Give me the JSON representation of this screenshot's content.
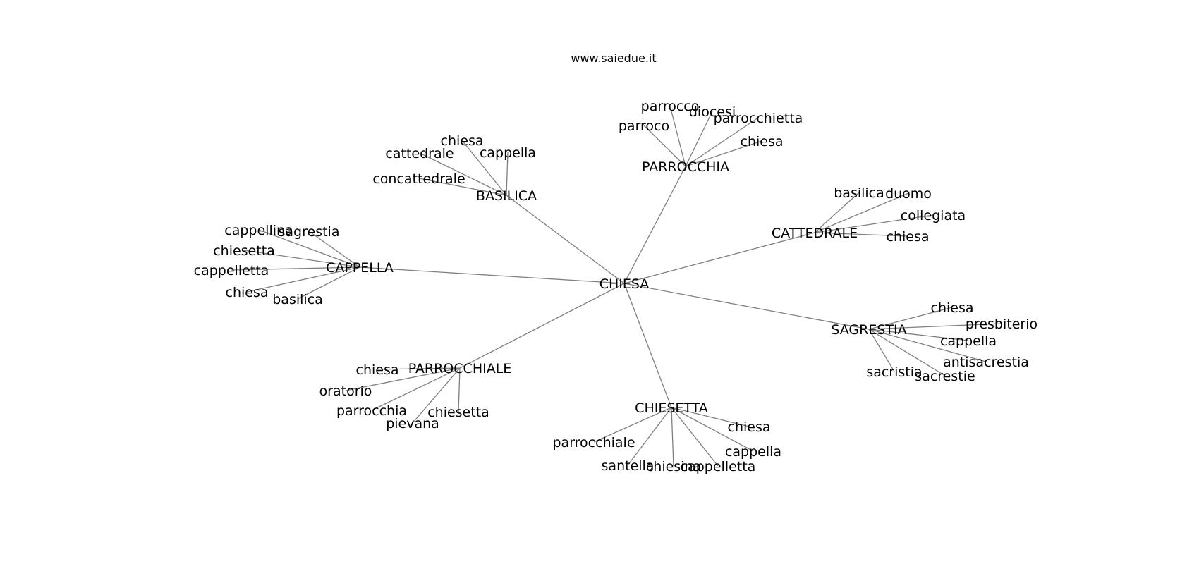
{
  "header": {
    "site": "www.saiedue.it"
  },
  "graph": {
    "edge_color": "#808080",
    "text_color": "#000000",
    "root": "CHIESA",
    "hubs": [
      {
        "key": "parrocchia",
        "label": "PARROCCHIA",
        "leaves": [
          "parrocco",
          "diocesi",
          "parrocchietta",
          "parroco",
          "chiesa"
        ]
      },
      {
        "key": "basilica",
        "label": "BASILICA",
        "leaves": [
          "chiesa",
          "cattedrale",
          "cappella",
          "concattedrale"
        ]
      },
      {
        "key": "cattedrale",
        "label": "CATTEDRALE",
        "leaves": [
          "basilica",
          "duomo",
          "collegiata",
          "chiesa"
        ]
      },
      {
        "key": "cappella",
        "label": "CAPPELLA",
        "leaves": [
          "cappellina",
          "sagrestia",
          "chiesetta",
          "cappelletta",
          "chiesa",
          "basilica"
        ]
      },
      {
        "key": "sagrestia",
        "label": "SAGRESTIA",
        "leaves": [
          "chiesa",
          "presbiterio",
          "cappella",
          "antisacrestia",
          "sacristia",
          "sacrestie"
        ]
      },
      {
        "key": "parrocchiale",
        "label": "PARROCCHIALE",
        "leaves": [
          "chiesa",
          "oratorio",
          "parrocchia",
          "chiesetta",
          "pievana"
        ]
      },
      {
        "key": "chiesetta",
        "label": "CHIESETTA",
        "leaves": [
          "chiesa",
          "parrocchiale",
          "cappella",
          "santella",
          "chiesina",
          "cappelletta"
        ]
      }
    ]
  }
}
